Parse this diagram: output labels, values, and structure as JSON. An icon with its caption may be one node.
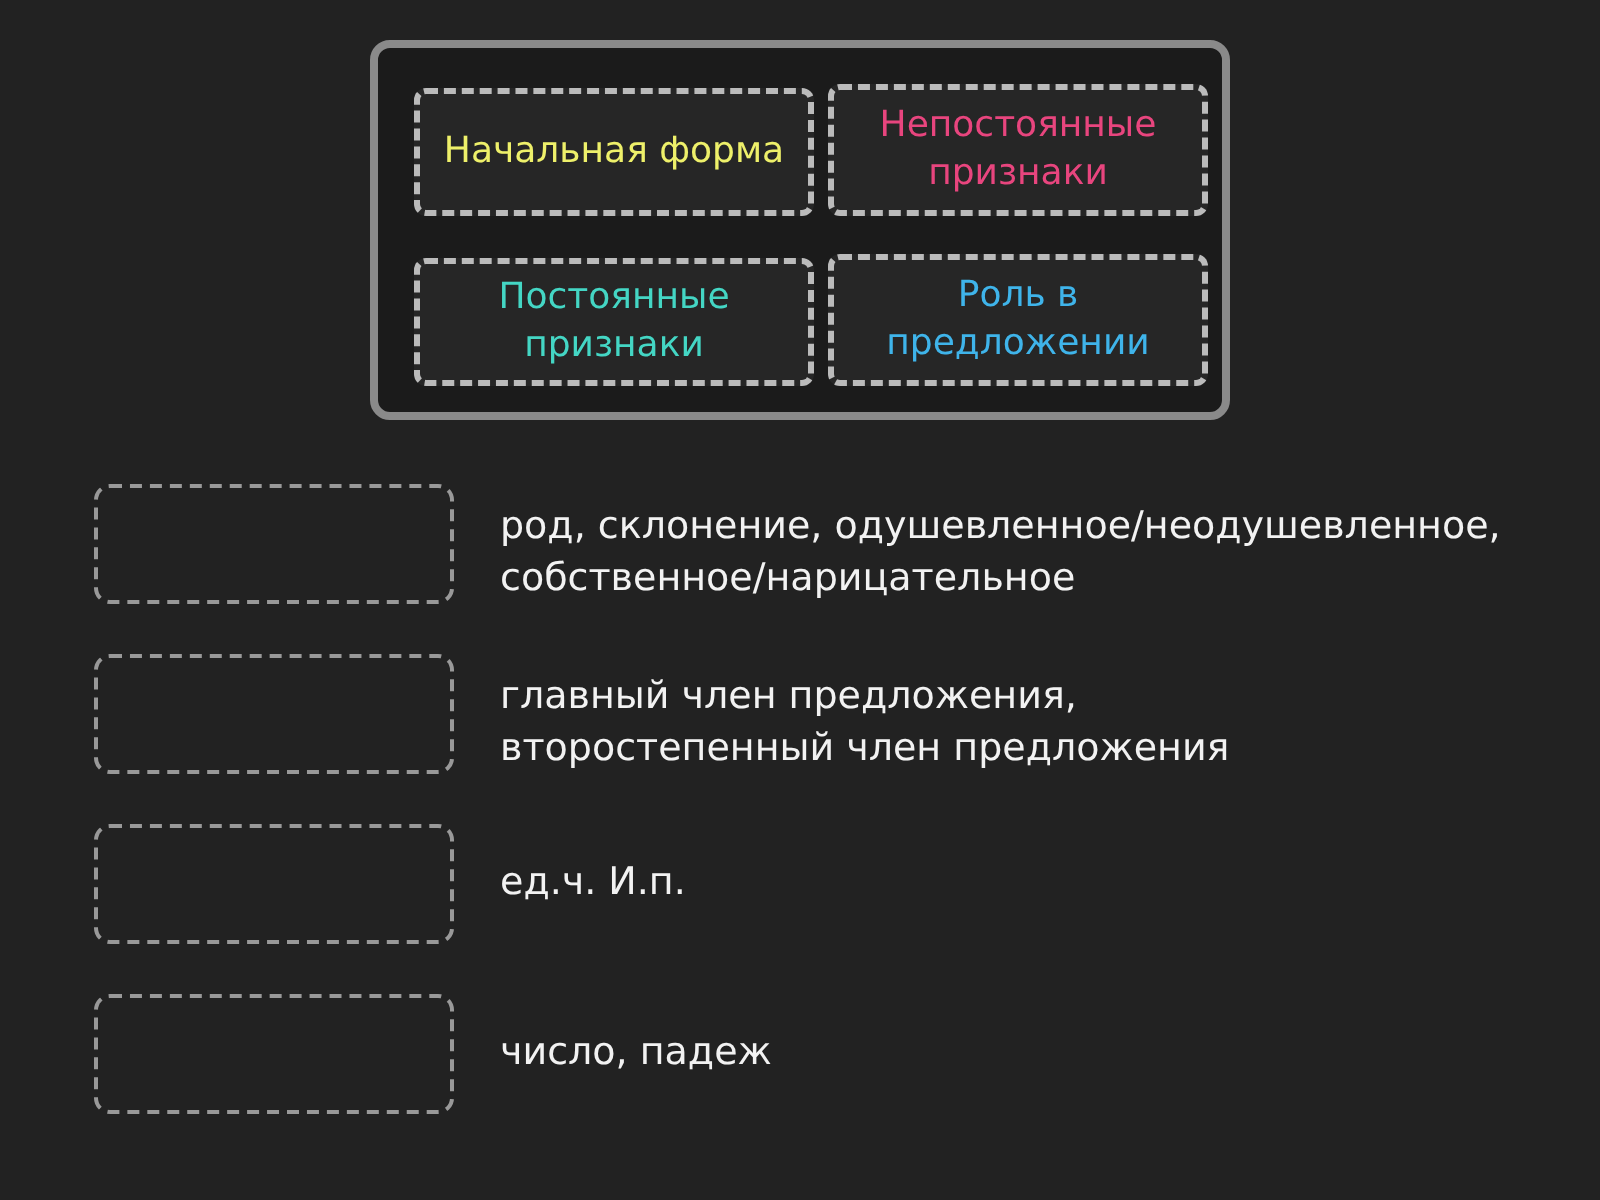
{
  "diagram": {
    "nodes": [
      {
        "text": [],
        "shape": "box"
      },
      {
        "text": [
          "Начальная форма"
        ],
        "in": 0
      },
      {
        "text": [
          "Непостоянные признаки"
        ],
        "in": 0
      },
      {
        "text": [
          "Постоянные признаки"
        ],
        "in": 0
      },
      {
        "text": [
          "Роль в предложении"
        ],
        "in": 0
      },
      {
        "text": [],
        "shape": "box"
      },
      {
        "text": [],
        "shape": "box"
      },
      {
        "text": [],
        "shape": "box"
      },
      {
        "text": [],
        "shape": "box"
      }
    ],
    "edges": [],
    "labels": [
      "род, склонение, одушевленное/неодушевленное, собственное/нарицательное",
      "главный член предложения, второстепенный член предложения",
      "ед.ч. И.п.",
      "число, падеж"
    ]
  }
}
